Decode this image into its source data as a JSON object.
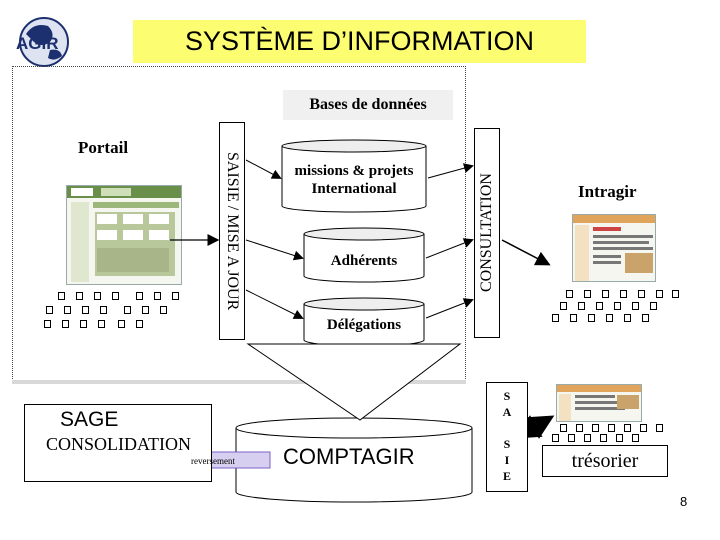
{
  "logo": {
    "text": "AGIR",
    "sub": ""
  },
  "title": "SYSTÈME D’INFORMATION",
  "bases": "Bases de données",
  "portail": "Portail",
  "saisie": "SAISIE / MISE A JOUR",
  "consultation": "CONSULTATION",
  "databases": [
    {
      "line1": "missions & projets",
      "line2": "International"
    },
    {
      "line1": "Adhérents"
    },
    {
      "line1": "Délégations"
    }
  ],
  "intragir": "Intragir",
  "sage": {
    "title": "SAGE",
    "sub": "CONSOLIDATION"
  },
  "reversement": "reversement",
  "comptagir": "COMPTAGIR",
  "sasie_letters": [
    "S",
    "A",
    "S",
    "I",
    "E"
  ],
  "tresorier": "trésorier",
  "page_number": "8",
  "colors": {
    "title_bg": "#fdfd71",
    "arrow_fill": "#d7cff0",
    "arrow_stroke": "#7b61c9",
    "logo": "#1c2f6e"
  }
}
